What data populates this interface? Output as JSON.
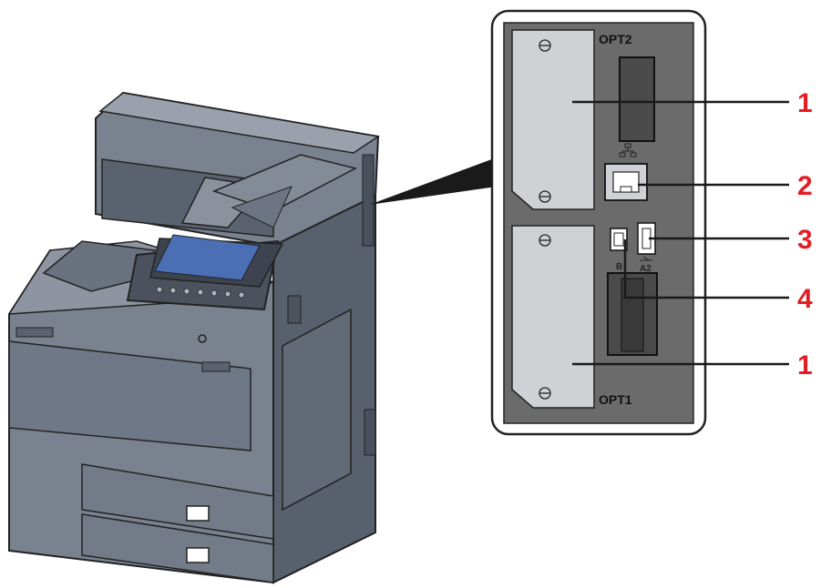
{
  "panel": {
    "opt2_label": "OPT2",
    "opt1_label": "OPT1",
    "port_b_label": "B",
    "port_a2_label": "A2"
  },
  "callouts": [
    {
      "id": "slot-opt2",
      "number": "1"
    },
    {
      "id": "network-port",
      "number": "2"
    },
    {
      "id": "usb-a-port",
      "number": "3"
    },
    {
      "id": "usb-b-port",
      "number": "4"
    },
    {
      "id": "slot-opt1",
      "number": "1"
    }
  ],
  "icons": {
    "network": "network-icon",
    "usb": "usb-icon",
    "screw": "screw-icon"
  },
  "colors": {
    "callout": "#e31e24",
    "printer_body": "#6d7584",
    "panel_bg": "#6b6b6b",
    "slot_cover": "#cfd1d5"
  }
}
